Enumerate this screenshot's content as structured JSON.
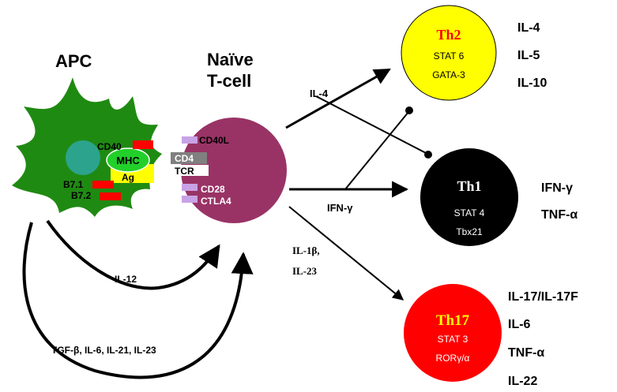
{
  "apc": {
    "title": "APC",
    "markers": {
      "cd40": "CD40",
      "mhc": "MHC",
      "ag": "Ag",
      "b71": "B7.1",
      "b72": "B7.2"
    },
    "colors": {
      "cell": "#1f8a12",
      "nucleus": "#2ea59a",
      "mhc": "#22d02a",
      "ag": "#ffff00",
      "ligand": "#ff0000"
    }
  },
  "naive": {
    "title_line1": "Naïve",
    "title_line2": "T-cell",
    "markers": {
      "cd40l": "CD40L",
      "cd4": "CD4",
      "tcr": "TCR",
      "cd28": "CD28",
      "ctla4": "CTLA4"
    },
    "colors": {
      "cell": "#993366",
      "receptor": "#c8a2e6",
      "cd4": "#808080"
    }
  },
  "th2": {
    "name": "Th2",
    "tf1": "STAT 6",
    "tf2": "GATA-3",
    "cytokines": [
      "IL-4",
      "IL-5",
      "IL-10"
    ],
    "colors": {
      "fill": "#ffff00",
      "name": "#ff0000"
    }
  },
  "th1": {
    "name": "Th1",
    "tf1": "STAT 4",
    "tf2": "Tbx21",
    "cytokines": [
      "IFN-γ",
      "TNF-α"
    ],
    "colors": {
      "fill": "#000000",
      "name": "#ffffff"
    }
  },
  "th17": {
    "name": "Th17",
    "tf1": "STAT 3",
    "tf2": "RORγ/α",
    "cytokines": [
      "IL-17/IL-17F",
      "IL-6",
      "TNF-α",
      "IL-22"
    ],
    "colors": {
      "fill": "#ff0000",
      "name": "#ffff00"
    }
  },
  "signals": {
    "il4": "IL-4",
    "ifng": "IFN-γ",
    "il1b": "IL-1β,",
    "il23": "IL-23",
    "il12": "IL-12",
    "tgfb": "TGF-β, IL-6, IL-21, IL-23"
  }
}
